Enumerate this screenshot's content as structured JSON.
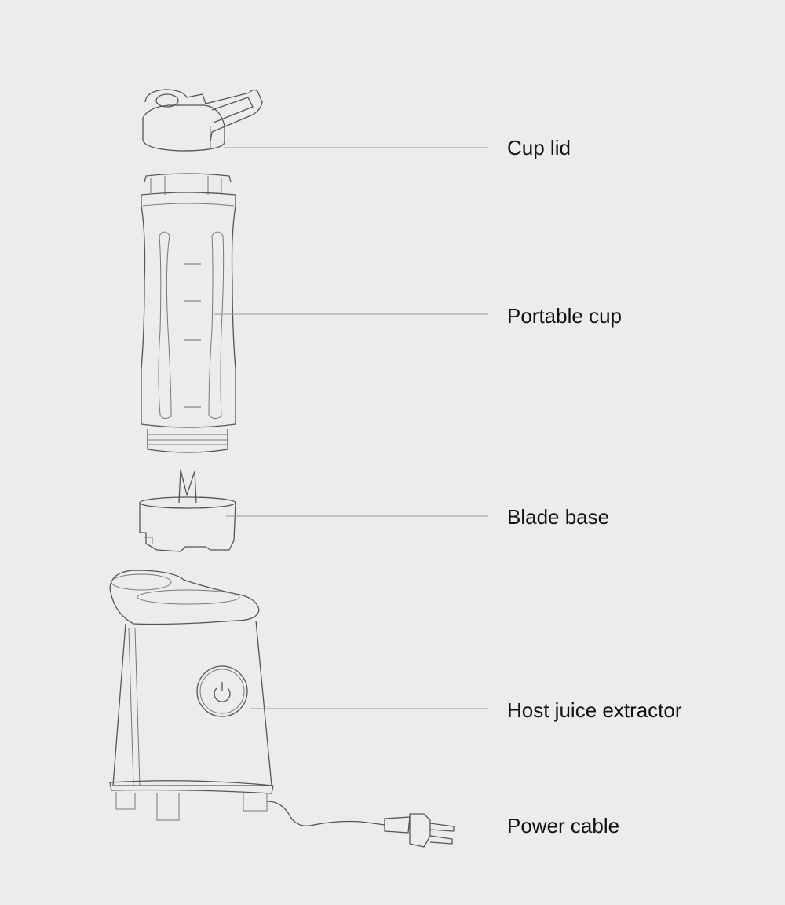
{
  "labels": {
    "cup_lid": "Cup lid",
    "portable_cup": "Portable cup",
    "blade_base": "Blade base",
    "host": "Host juice extractor",
    "power_cable": "Power cable"
  },
  "colors": {
    "background": "#ececec",
    "line_art": "#555555",
    "leader": "#999999",
    "text": "#111111"
  }
}
